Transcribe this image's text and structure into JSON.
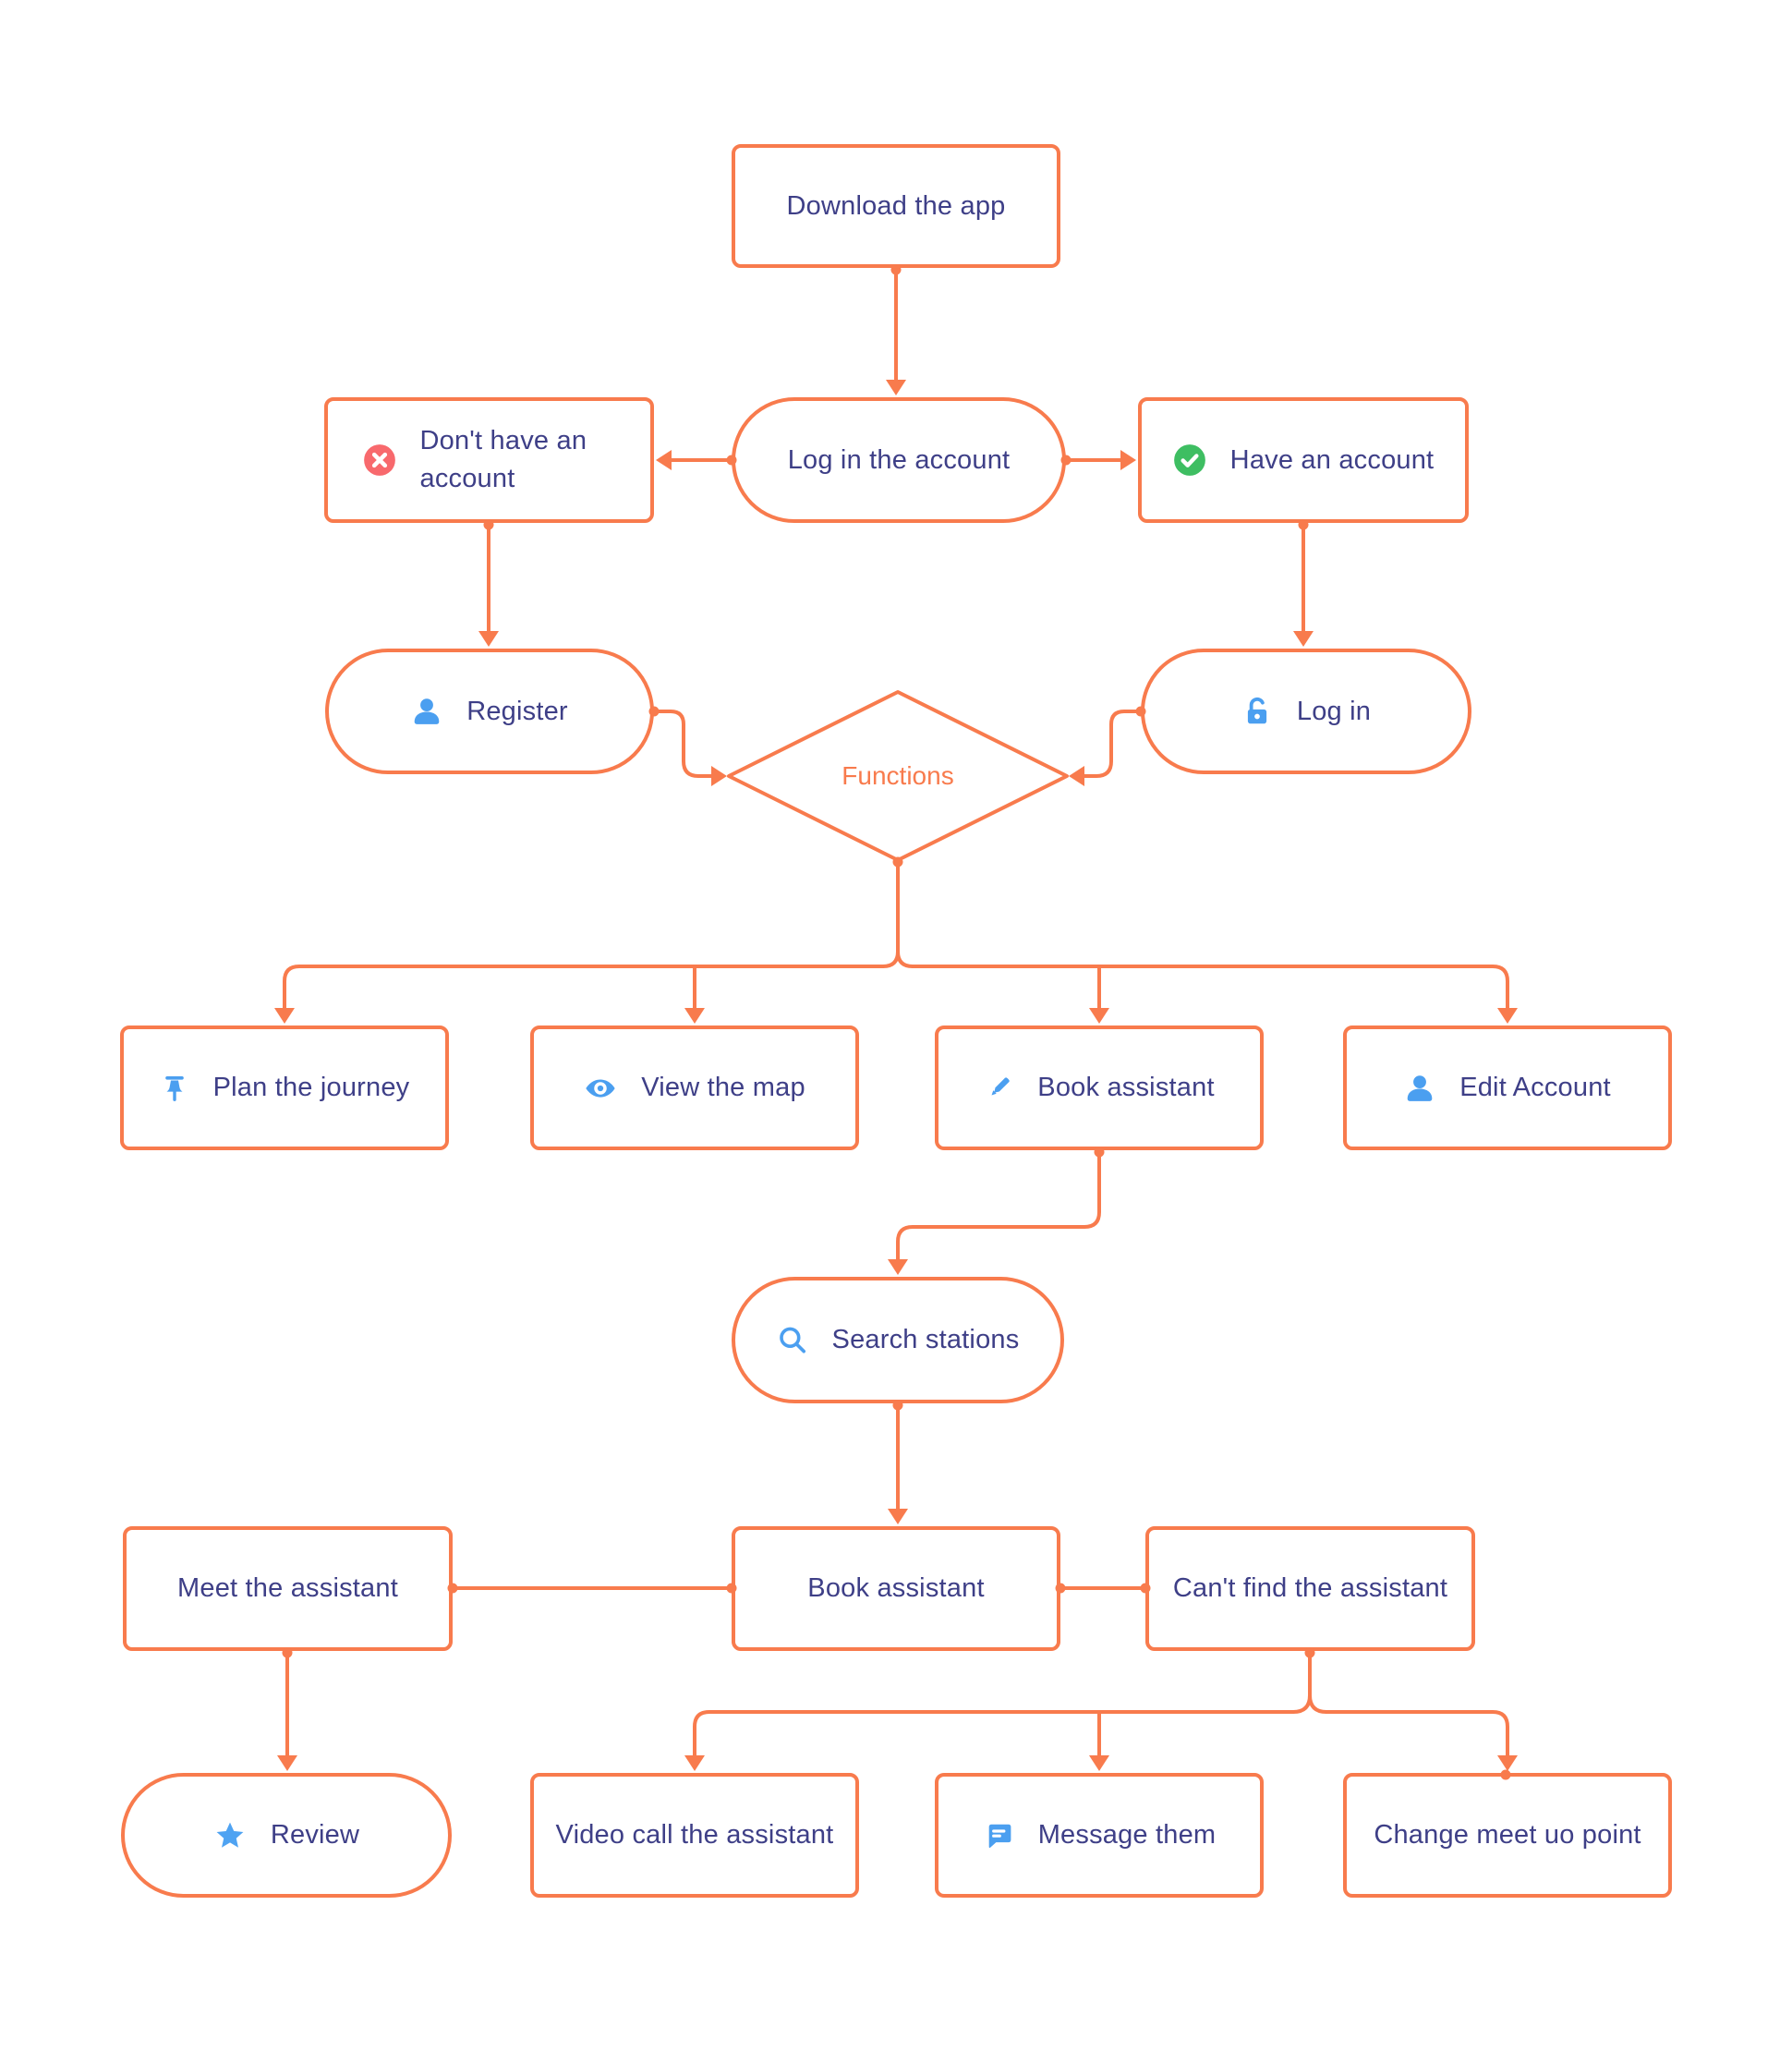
{
  "colors": {
    "connector_orange": "#F87B4D",
    "label_indigo": "#3E3F87",
    "icon_blue": "#4B9FF0",
    "error_red": "#F8696D",
    "success_green": "#3EBE62",
    "canvas_background": "#FFFFFF"
  },
  "nodes": {
    "download_app": {
      "label": "Download the app",
      "shape": "rect"
    },
    "log_in_the_account": {
      "label": "Log in the account",
      "shape": "pill"
    },
    "dont_have_account": {
      "label": "Don't have an account",
      "shape": "rect",
      "icon": "x-circle-icon"
    },
    "have_an_account": {
      "label": "Have an account",
      "shape": "rect",
      "icon": "check-circle-icon"
    },
    "register": {
      "label": "Register",
      "shape": "pill",
      "icon": "user-icon"
    },
    "log_in": {
      "label": "Log in",
      "shape": "pill",
      "icon": "unlock-icon"
    },
    "functions": {
      "label": "Functions",
      "shape": "diamond"
    },
    "plan_the_journey": {
      "label": "Plan the journey",
      "shape": "rect",
      "icon": "pushpin-icon"
    },
    "view_the_map": {
      "label": "View the map",
      "shape": "rect",
      "icon": "eye-icon"
    },
    "book_assistant_function": {
      "label": "Book assistant",
      "shape": "rect",
      "icon": "pencil-icon"
    },
    "edit_account": {
      "label": "Edit Account",
      "shape": "rect",
      "icon": "user-icon"
    },
    "search_stations": {
      "label": "Search stations",
      "shape": "pill",
      "icon": "search-icon"
    },
    "meet_the_assistant": {
      "label": "Meet the assistant",
      "shape": "rect"
    },
    "book_assistant_step": {
      "label": "Book assistant",
      "shape": "rect"
    },
    "cant_find_assistant": {
      "label": "Can't find the assistant",
      "shape": "rect"
    },
    "review": {
      "label": "Review",
      "shape": "pill",
      "icon": "star-icon"
    },
    "video_call_assistant": {
      "label": "Video call the assistant",
      "shape": "rect"
    },
    "message_them": {
      "label": "Message them",
      "shape": "chat-icon"
    },
    "change_meet_point": {
      "label": "Change meet uo point",
      "shape": "rect"
    }
  }
}
